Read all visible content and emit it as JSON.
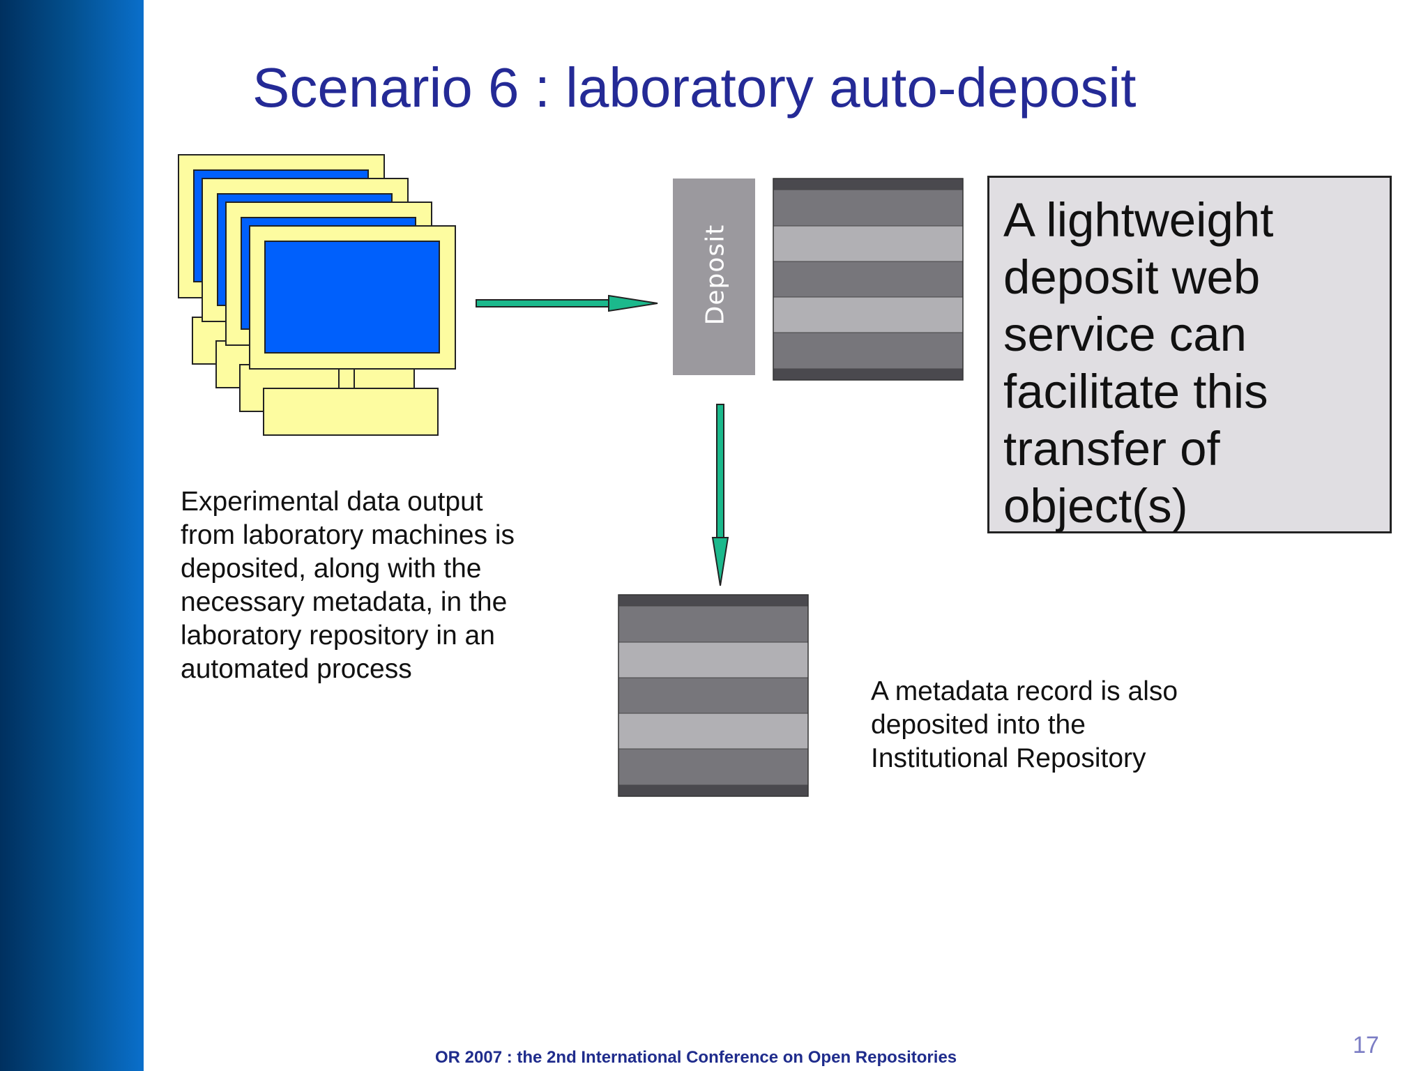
{
  "slide": {
    "title": "Scenario 6 : laboratory auto-deposit",
    "deposit_label": "Deposit",
    "lab_description": "Experimental data output\nfrom laboratory machines is\ndeposited, along with the\nnecessary metadata, in the\nlaboratory repository in an\nautomated process",
    "callout_text": "A lightweight\ndeposit web\nservice can\nfacilitate this\ntransfer of\nobject(s)",
    "metadata_description": "A metadata record is also\ndeposited into the\nInstitutional Repository",
    "footer": "OR 2007 : the 2nd International Conference on Open Repositories",
    "page_number": "17"
  },
  "colors": {
    "title": "#242a96",
    "sidebar_dark": "#00305f",
    "sidebar_light": "#0a6fcb",
    "monitor_frame": "#fdfca0",
    "monitor_screen": "#0060fc",
    "arrow": "#1bb98c",
    "repo_dark_band": "#77767b",
    "repo_light_band": "#b1b0b4",
    "repo_edge": "#4a494e",
    "deposit_box": "#9b999e",
    "callout_bg": "#e0dee2"
  },
  "icons": {
    "computers": "stack-of-computers-icon",
    "lab_repository": "lab-repository-icon",
    "institutional_repository": "institutional-repository-icon"
  }
}
